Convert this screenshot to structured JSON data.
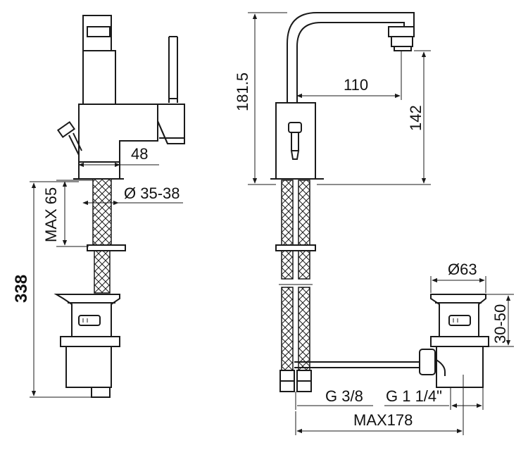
{
  "dimensions": {
    "lever_depth": "48",
    "hole_diameter": "Ø 35-38",
    "max_thickness": "MAX 65",
    "total_height": "338",
    "spout_height": "181.5",
    "spout_reach": "110",
    "outlet_height": "142",
    "waste_diameter": "Ø63",
    "waste_range": "30-50",
    "inlet_thread": "G 3/8",
    "waste_thread": "G 1 1/4\"",
    "max_rod": "MAX178"
  }
}
